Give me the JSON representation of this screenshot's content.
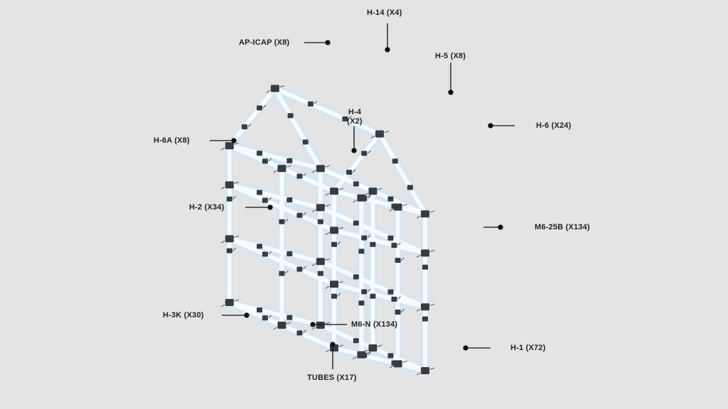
{
  "labels": {
    "h14": "H-14 (X4)",
    "apicap": "AP-ICAP (X8)",
    "h5": "H-5 (X8)",
    "h4_line1": "H-4",
    "h4_line2": "(X2)",
    "h6": "H-6 (X24)",
    "h6a": "H-6A (X8)",
    "h2": "H-2 (X34)",
    "m625b": "M6-25B (X134)",
    "h3k": "H-3K (X30)",
    "m6n": "M6-N (X134)",
    "h1": "H-1 (X72)",
    "tubes": "TUBES (X17)"
  },
  "colors": {
    "background": "#e4e4e4",
    "tube": "#f7fbfe",
    "tube_glow": "#cfe6f8",
    "connector": "#3a3b3f",
    "leader": "#111111"
  }
}
